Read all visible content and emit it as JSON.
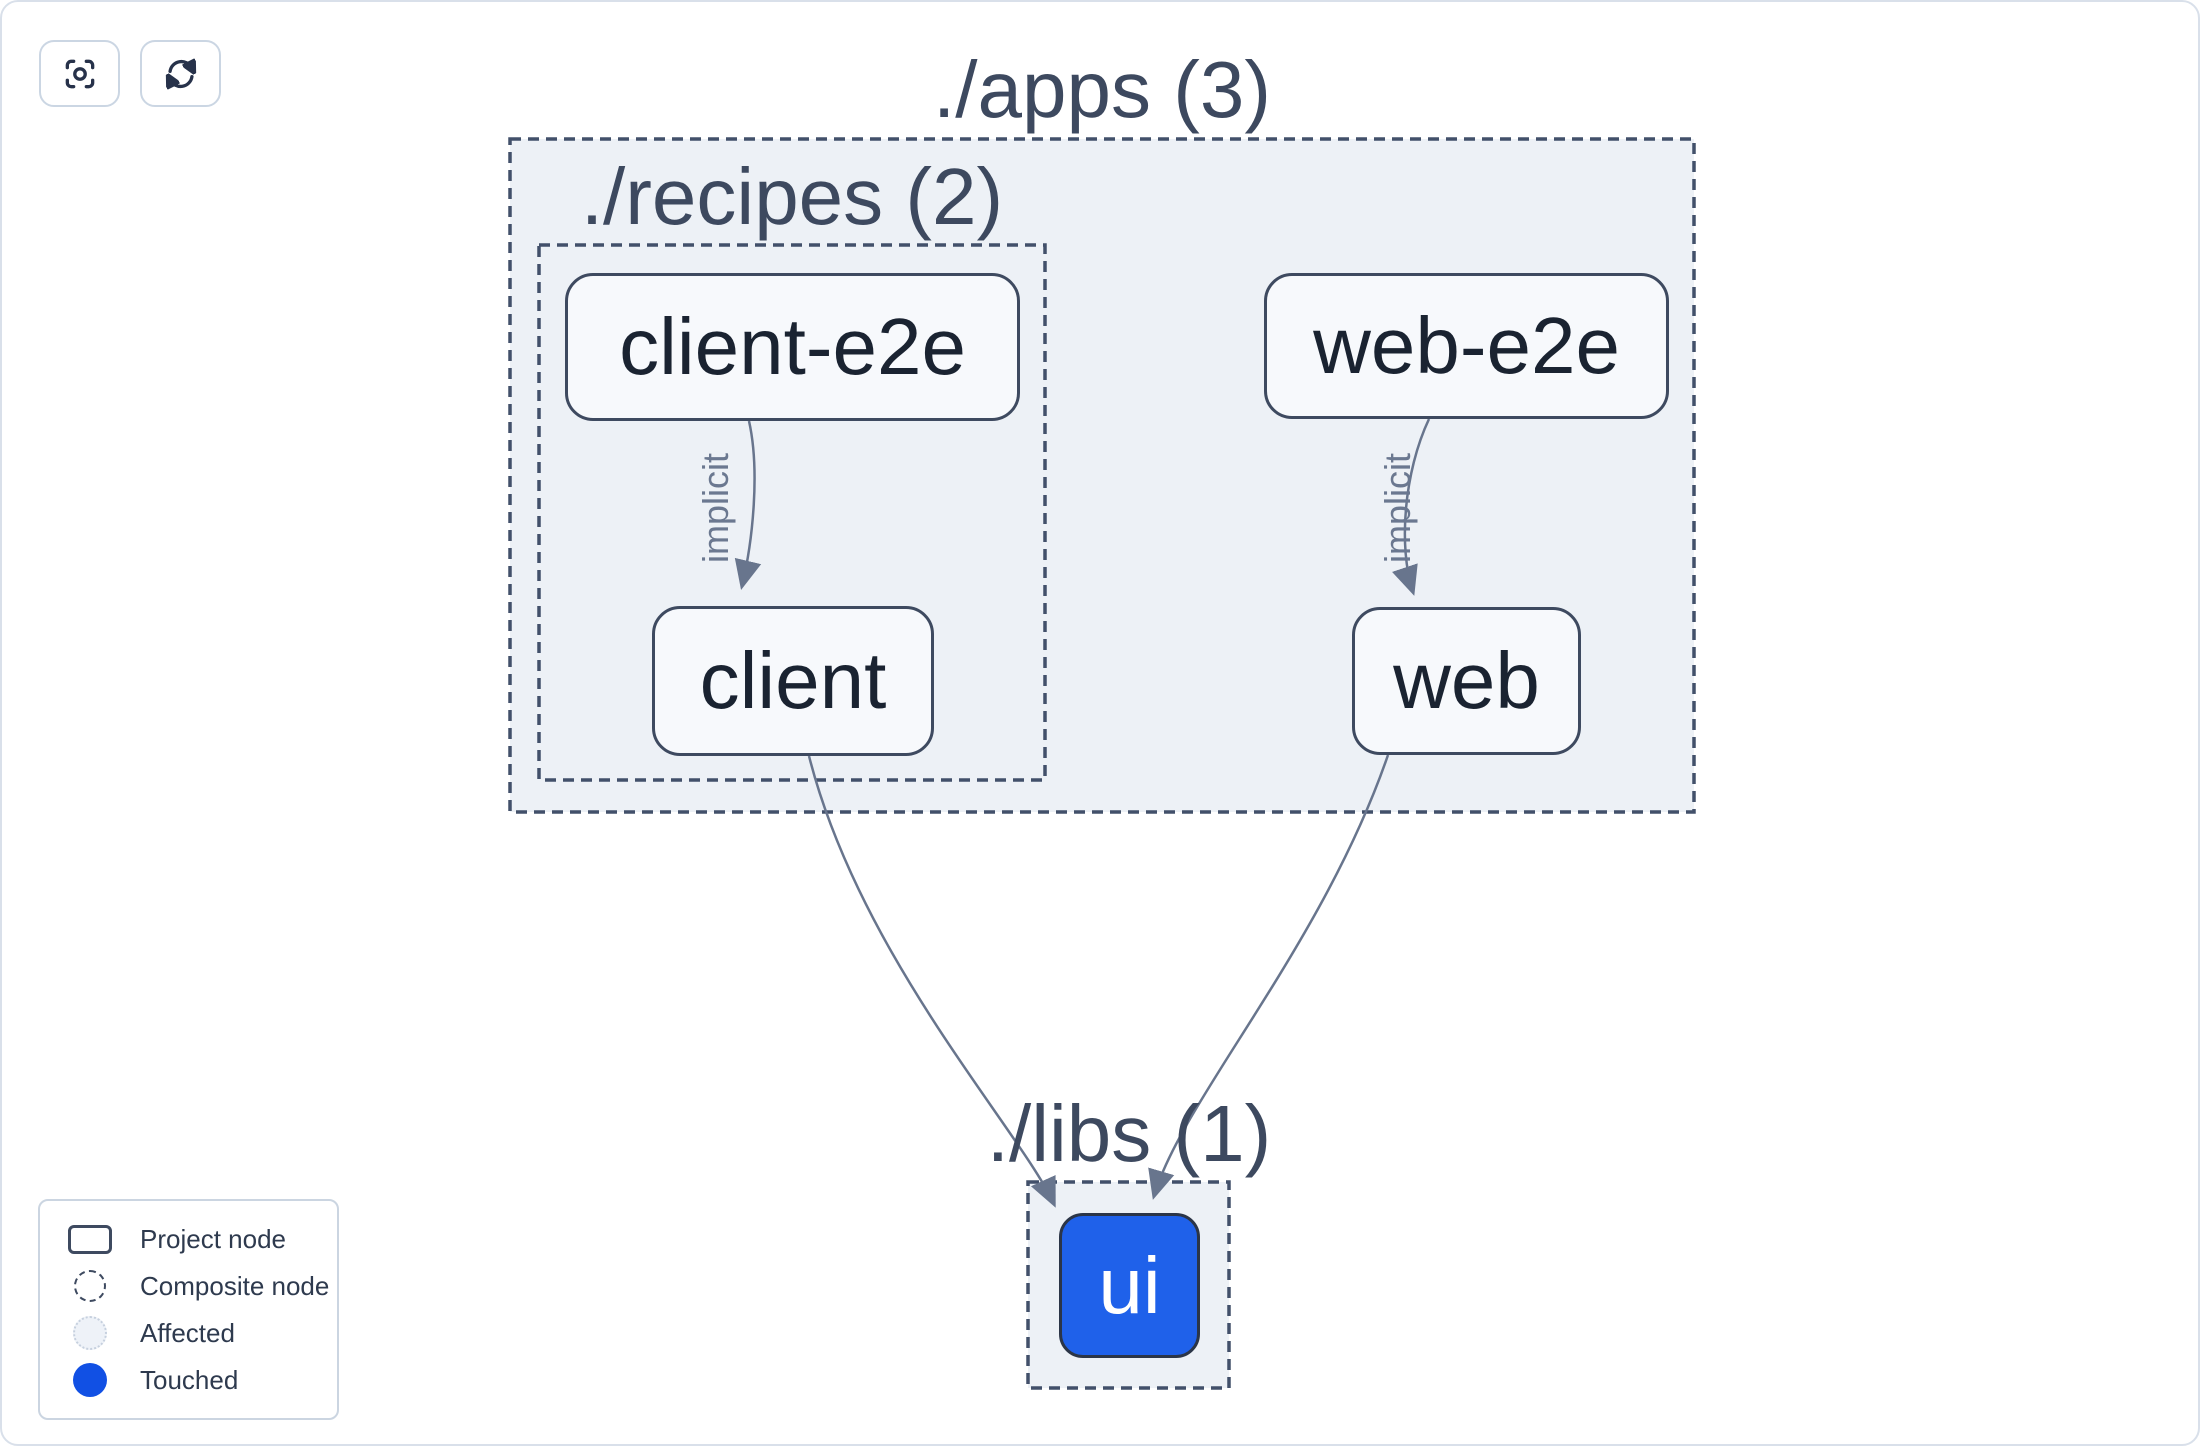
{
  "toolbar": {
    "buttons": [
      {
        "name": "center-graph-button",
        "icon": "focus-icon"
      },
      {
        "name": "refresh-graph-button",
        "icon": "refresh-icon"
      }
    ]
  },
  "graph": {
    "groups": [
      {
        "id": "apps",
        "label": "./apps (3)"
      },
      {
        "id": "recipes",
        "label": "./recipes (2)"
      },
      {
        "id": "libs",
        "label": "./libs (1)"
      }
    ],
    "nodes": [
      {
        "id": "client-e2e",
        "label": "client-e2e",
        "state": "default"
      },
      {
        "id": "client",
        "label": "client",
        "state": "default"
      },
      {
        "id": "web-e2e",
        "label": "web-e2e",
        "state": "default"
      },
      {
        "id": "web",
        "label": "web",
        "state": "default"
      },
      {
        "id": "ui",
        "label": "ui",
        "state": "touched"
      }
    ],
    "edges": [
      {
        "from": "client-e2e",
        "to": "client",
        "label": "implicit"
      },
      {
        "from": "web-e2e",
        "to": "web",
        "label": "implicit"
      },
      {
        "from": "client",
        "to": "ui",
        "label": ""
      },
      {
        "from": "web",
        "to": "ui",
        "label": ""
      }
    ]
  },
  "legend": {
    "items": [
      {
        "swatch": "project-node-swatch",
        "label": "Project node"
      },
      {
        "swatch": "composite-node-swatch",
        "label": "Composite node"
      },
      {
        "swatch": "affected-swatch",
        "label": "Affected"
      },
      {
        "swatch": "touched-swatch",
        "label": "Touched"
      }
    ]
  },
  "colors": {
    "touched_blue": "#1f61ea",
    "legend_touched_blue": "#1150e4",
    "node_border": "#3e4a60",
    "node_fill": "#f7f9fc",
    "container_fill": "#edf1f6",
    "container_border": "#42506a",
    "edge": "#68758d",
    "title_text": "#3d495f",
    "card_border": "#d9e0ea"
  }
}
